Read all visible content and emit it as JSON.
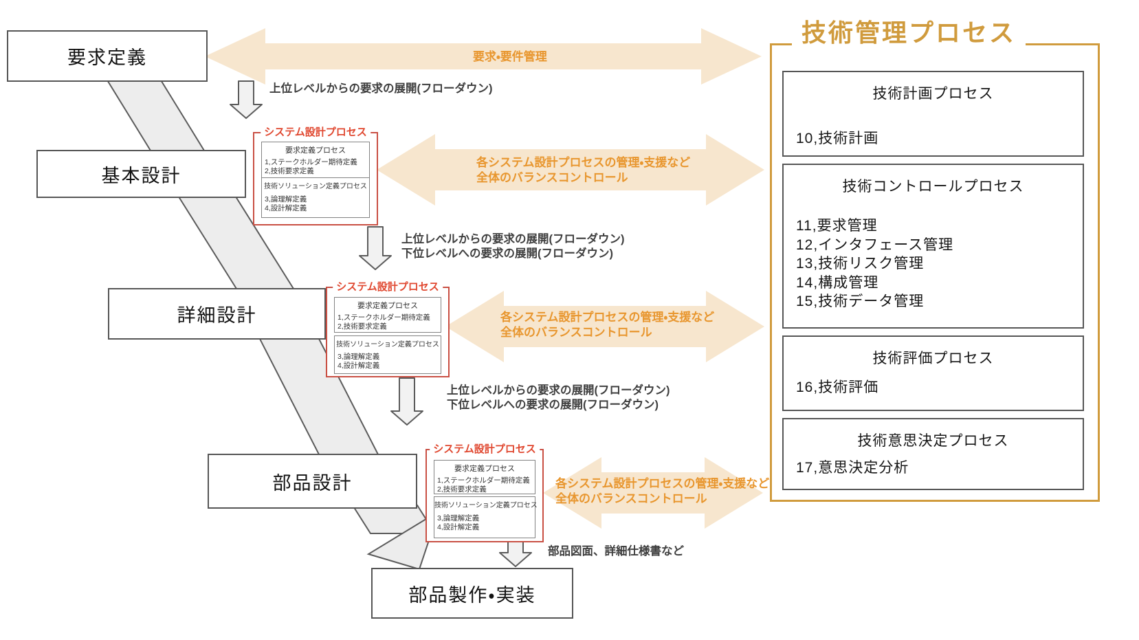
{
  "colors": {
    "accent_gold": "#D09B3D",
    "accent_red": "#C94F43",
    "red_label": "#E04830",
    "arrow_fill": "#F7E6CE",
    "arrow_text": "#E8962E",
    "band_fill": "#EDEDED",
    "band_stroke": "#5B5B5B",
    "down_arrow_fill": "#F2F2F2"
  },
  "cascade": {
    "boxes": [
      {
        "label": "要求定義"
      },
      {
        "label": "基本設計"
      },
      {
        "label": "詳細設計"
      },
      {
        "label": "部品設計"
      },
      {
        "label": "部品製作・実装"
      }
    ]
  },
  "flow_labels": {
    "flowdown_upper": "上位レベルからの要求の展開(フローダウン)",
    "flowdown_lower": "下位レベルへの要求の展開(フローダウン)",
    "deliverables": "部品図面、詳細仕様書など"
  },
  "orange_arrows": {
    "requirements_mgmt": "要求・要件管理",
    "mgmt_line1": "各システム設計プロセスの管理・支援など",
    "mgmt_line2": "全体のバランスコントロール"
  },
  "design_groups": [
    {
      "title": "システム設計プロセス",
      "requirements_box": {
        "title": "要求定義プロセス",
        "items": [
          "1,ステークホルダー期待定義",
          "2,技術要求定義"
        ]
      },
      "solution_box": {
        "title": "技術ソリューション定義プロセス",
        "items": [
          "3,論理解定義",
          "4,設計解定義"
        ]
      }
    },
    {
      "title": "システム設計プロセス",
      "requirements_box": {
        "title": "要求定義プロセス",
        "items": [
          "1,ステークホルダー期待定義",
          "2,技術要求定義"
        ]
      },
      "solution_box": {
        "title": "技術ソリューション定義プロセス",
        "items": [
          "3,論理解定義",
          "4,設計解定義"
        ]
      }
    },
    {
      "title": "システム設計プロセス",
      "requirements_box": {
        "title": "要求定義プロセス",
        "items": [
          "1,ステークホルダー期待定義",
          "2,技術要求定義"
        ]
      },
      "solution_box": {
        "title": "技術ソリューション定義プロセス",
        "items": [
          "3,論理解定義",
          "4,設計解定義"
        ]
      }
    }
  ],
  "management_panel": {
    "title": "技術管理プロセス",
    "boxes": [
      {
        "title": "技術計画プロセス",
        "items": [
          "10,技術計画"
        ]
      },
      {
        "title": "技術コントロールプロセス",
        "items": [
          "11,要求管理",
          "12,インタフェース管理",
          "13,技術リスク管理",
          "14,構成管理",
          "15,技術データ管理"
        ]
      },
      {
        "title": "技術評価プロセス",
        "items": [
          "16,技術評価"
        ]
      },
      {
        "title": "技術意思決定プロセス",
        "items": [
          "17,意思決定分析"
        ]
      }
    ]
  }
}
